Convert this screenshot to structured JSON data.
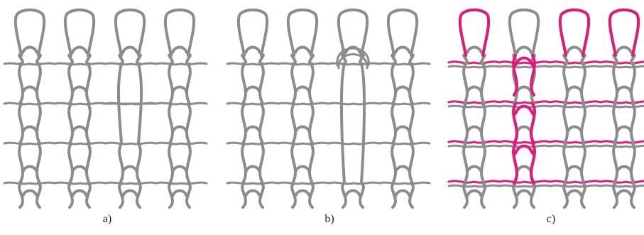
{
  "colors": {
    "yarn_gray": "#8c8c8c",
    "yarn_magenta": "#e0197a",
    "background": "#ffffff"
  },
  "panels": [
    {
      "id": "a",
      "caption": "a)",
      "variant": "dropped-stitch"
    },
    {
      "id": "b",
      "caption": "b)",
      "variant": "ladder-stitch"
    },
    {
      "id": "c",
      "caption": "c)",
      "variant": "two-color"
    }
  ]
}
